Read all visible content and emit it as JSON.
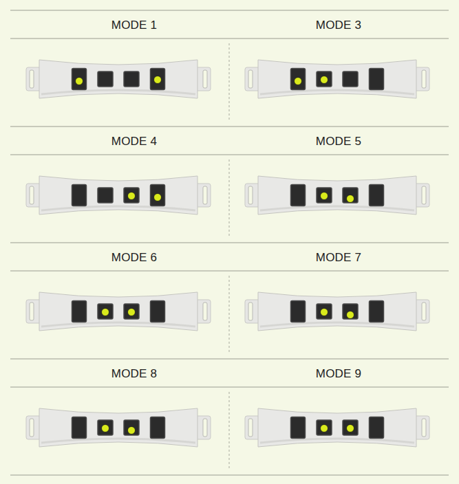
{
  "diagram": {
    "labels": [
      "MODE 1",
      "MODE 3",
      "MODE 4",
      "MODE 5",
      "MODE 6",
      "MODE 7",
      "MODE 8",
      "MODE 9"
    ]
  }
}
